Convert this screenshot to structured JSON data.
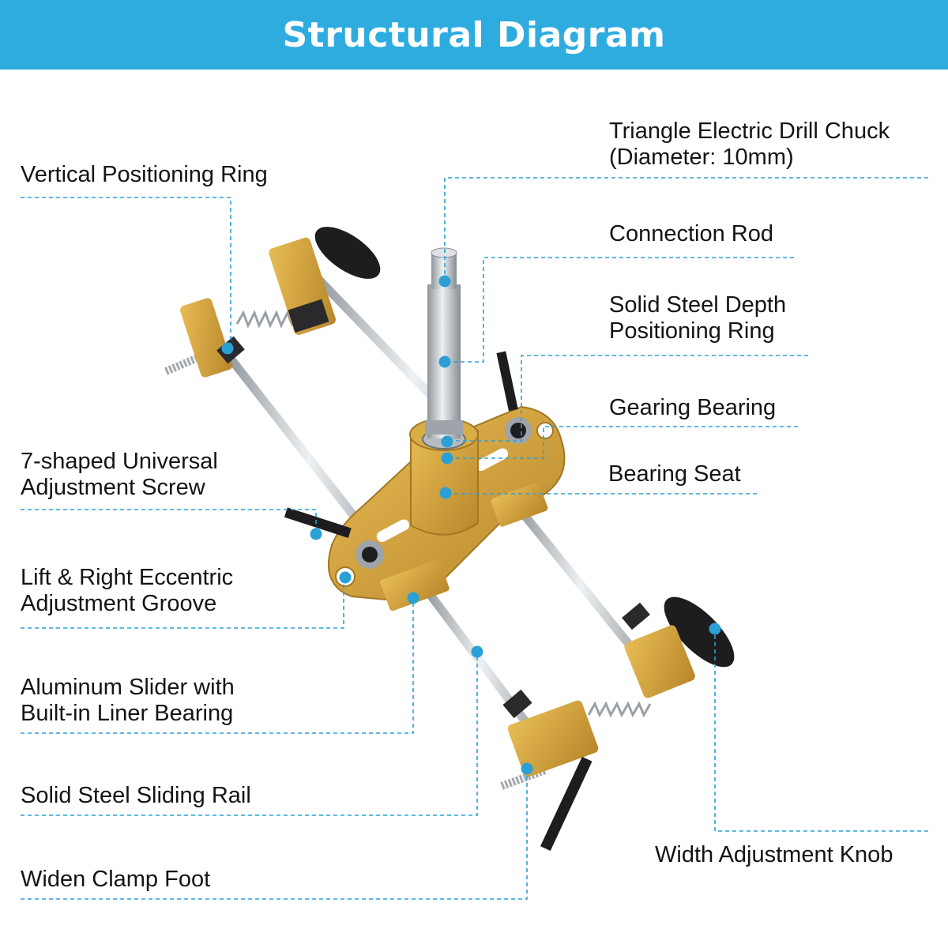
{
  "title": "Structural Diagram",
  "colors": {
    "banner": "#2eacdf",
    "leader": "#2aa0d6",
    "gold": "#d3a43a",
    "steel": "#c9cdd1",
    "knob": "#1d1d1f"
  },
  "labels": {
    "vertical_ring": "Vertical Positioning Ring",
    "seven_screw_1": "7-shaped Universal",
    "seven_screw_2": "Adjustment Screw",
    "eccentric_1": "Lift & Right Eccentric",
    "eccentric_2": "Adjustment Groove",
    "slider_1": "Aluminum Slider with",
    "slider_2": "Built-in Liner Bearing",
    "sliding_rail": "Solid Steel Sliding Rail",
    "clamp_foot": "Widen Clamp Foot",
    "chuck_1": "Triangle Electric Drill Chuck",
    "chuck_2": "(Diameter: 10mm)",
    "connection_rod": "Connection Rod",
    "depth_ring_1": "Solid Steel Depth",
    "depth_ring_2": "Positioning Ring",
    "gearing_bearing": "Gearing Bearing",
    "bearing_seat": "Bearing Seat",
    "width_knob": "Width Adjustment Knob"
  }
}
